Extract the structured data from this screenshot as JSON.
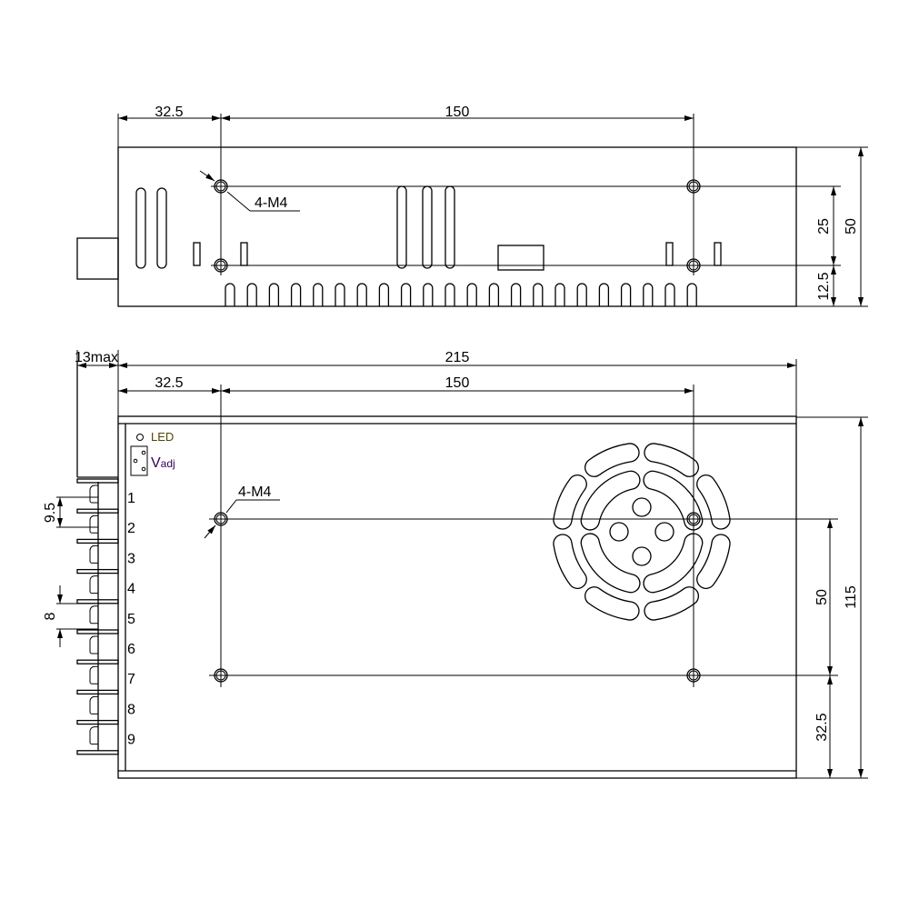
{
  "top_view": {
    "dim_left": "32.5",
    "dim_hole_spacing": "150",
    "hole_label": "4-M4",
    "dim_hole_vertical": "25",
    "dim_bottom": "12.5",
    "dim_height": "50"
  },
  "bottom_view": {
    "dim_terminal": "13max",
    "dim_length": "215",
    "dim_left": "32.5",
    "dim_hole_spacing": "150",
    "hole_label": "4-M4",
    "dim_hole_vertical": "50",
    "dim_bottom": "32.5",
    "dim_width": "115",
    "dim_pitch": "9.5",
    "dim_terminal_width": "8",
    "led_label": "LED",
    "vadj_label": "V",
    "vadj_sub": "adj",
    "terminals": [
      "1",
      "2",
      "3",
      "4",
      "5",
      "6",
      "7",
      "8",
      "9"
    ]
  }
}
